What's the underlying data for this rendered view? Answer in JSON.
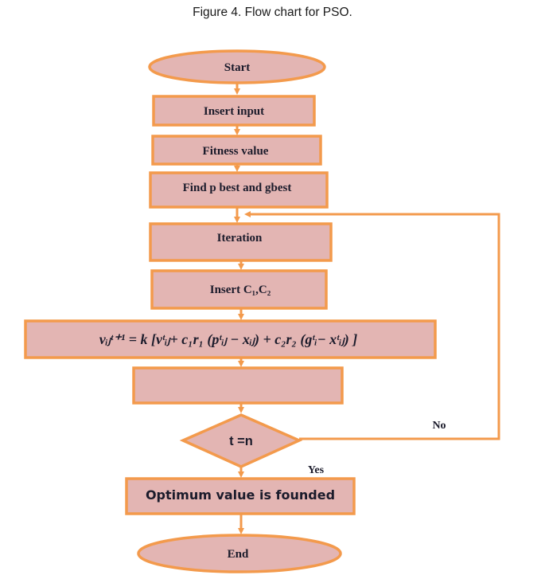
{
  "caption": {
    "figure_label": "Figure 4",
    "text": ". Flow chart for PSO."
  },
  "colors": {
    "fill": "#e3b5b3",
    "stroke": "#f39a4c",
    "text": "#1b1b2b"
  },
  "nodes": {
    "start": "Start",
    "insert_input": "Insert input",
    "fitness_value": "Fitness value",
    "find_best": "Find  p best and gbest",
    "iteration": "Iteration",
    "insert_c": "Insert C₁,C₂",
    "formula": "vᵢⱼᵗ⁺¹ = k [vᵗᵢⱼ+ c₁r₁ (pᵗᵢⱼ − xᵢⱼ) + c₂r₂ (gᵗᵢ− xᵗᵢⱼ) ]",
    "blank_step": "",
    "decision": "t =n",
    "optimum": "Optimum value is founded",
    "end": "End"
  },
  "edges": {
    "no_label": "No",
    "yes_label": "Yes"
  }
}
